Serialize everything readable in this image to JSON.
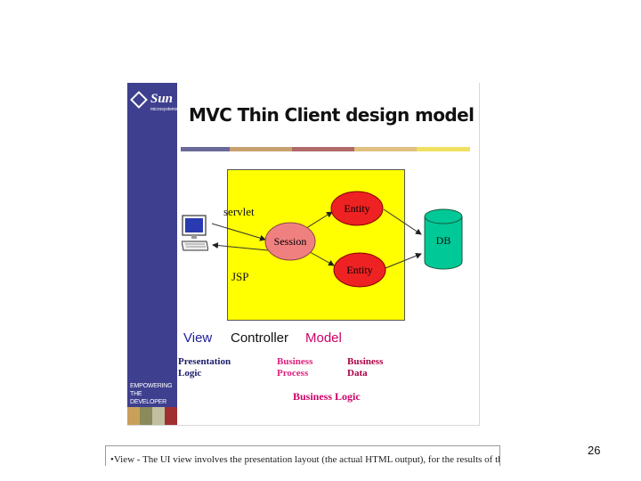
{
  "slide": {
    "logo": {
      "word": "Sun",
      "sub": "microsystems"
    },
    "title": "MVC Thin Client design model",
    "tagline": "EMPOWERING THE DEVELOPER",
    "stripe_colors": [
      "#c8a05a",
      "#8a8a5a",
      "#c0c0a0",
      "#a03030"
    ],
    "title_bar_colors": [
      "#6a6a9a",
      "#c8a070",
      "#b06a6a",
      "#e0c080",
      "#f0e060"
    ],
    "diagram": {
      "servlet_label": "servlet",
      "jsp_label": "JSP",
      "session_label": "Session",
      "entity_top_label": "Entity",
      "entity_bottom_label": "Entity",
      "db_label": "DB",
      "colors": {
        "controller_box": "#ffff00",
        "session": "#f08080",
        "entity": "#ee2222",
        "db": "#00c896"
      }
    },
    "layers": {
      "view": "View",
      "controller": "Controller",
      "model": "Model"
    },
    "sublayers": {
      "presentation": [
        "Presentation",
        "Logic"
      ],
      "business_process": [
        "Business",
        "Process"
      ],
      "business_data": [
        "Business",
        "Data"
      ],
      "business_logic": "Business Logic"
    }
  },
  "caption": "•View - The UI view involves the presentation layout (the actual HTML output), for the results of the",
  "page_number": "26"
}
